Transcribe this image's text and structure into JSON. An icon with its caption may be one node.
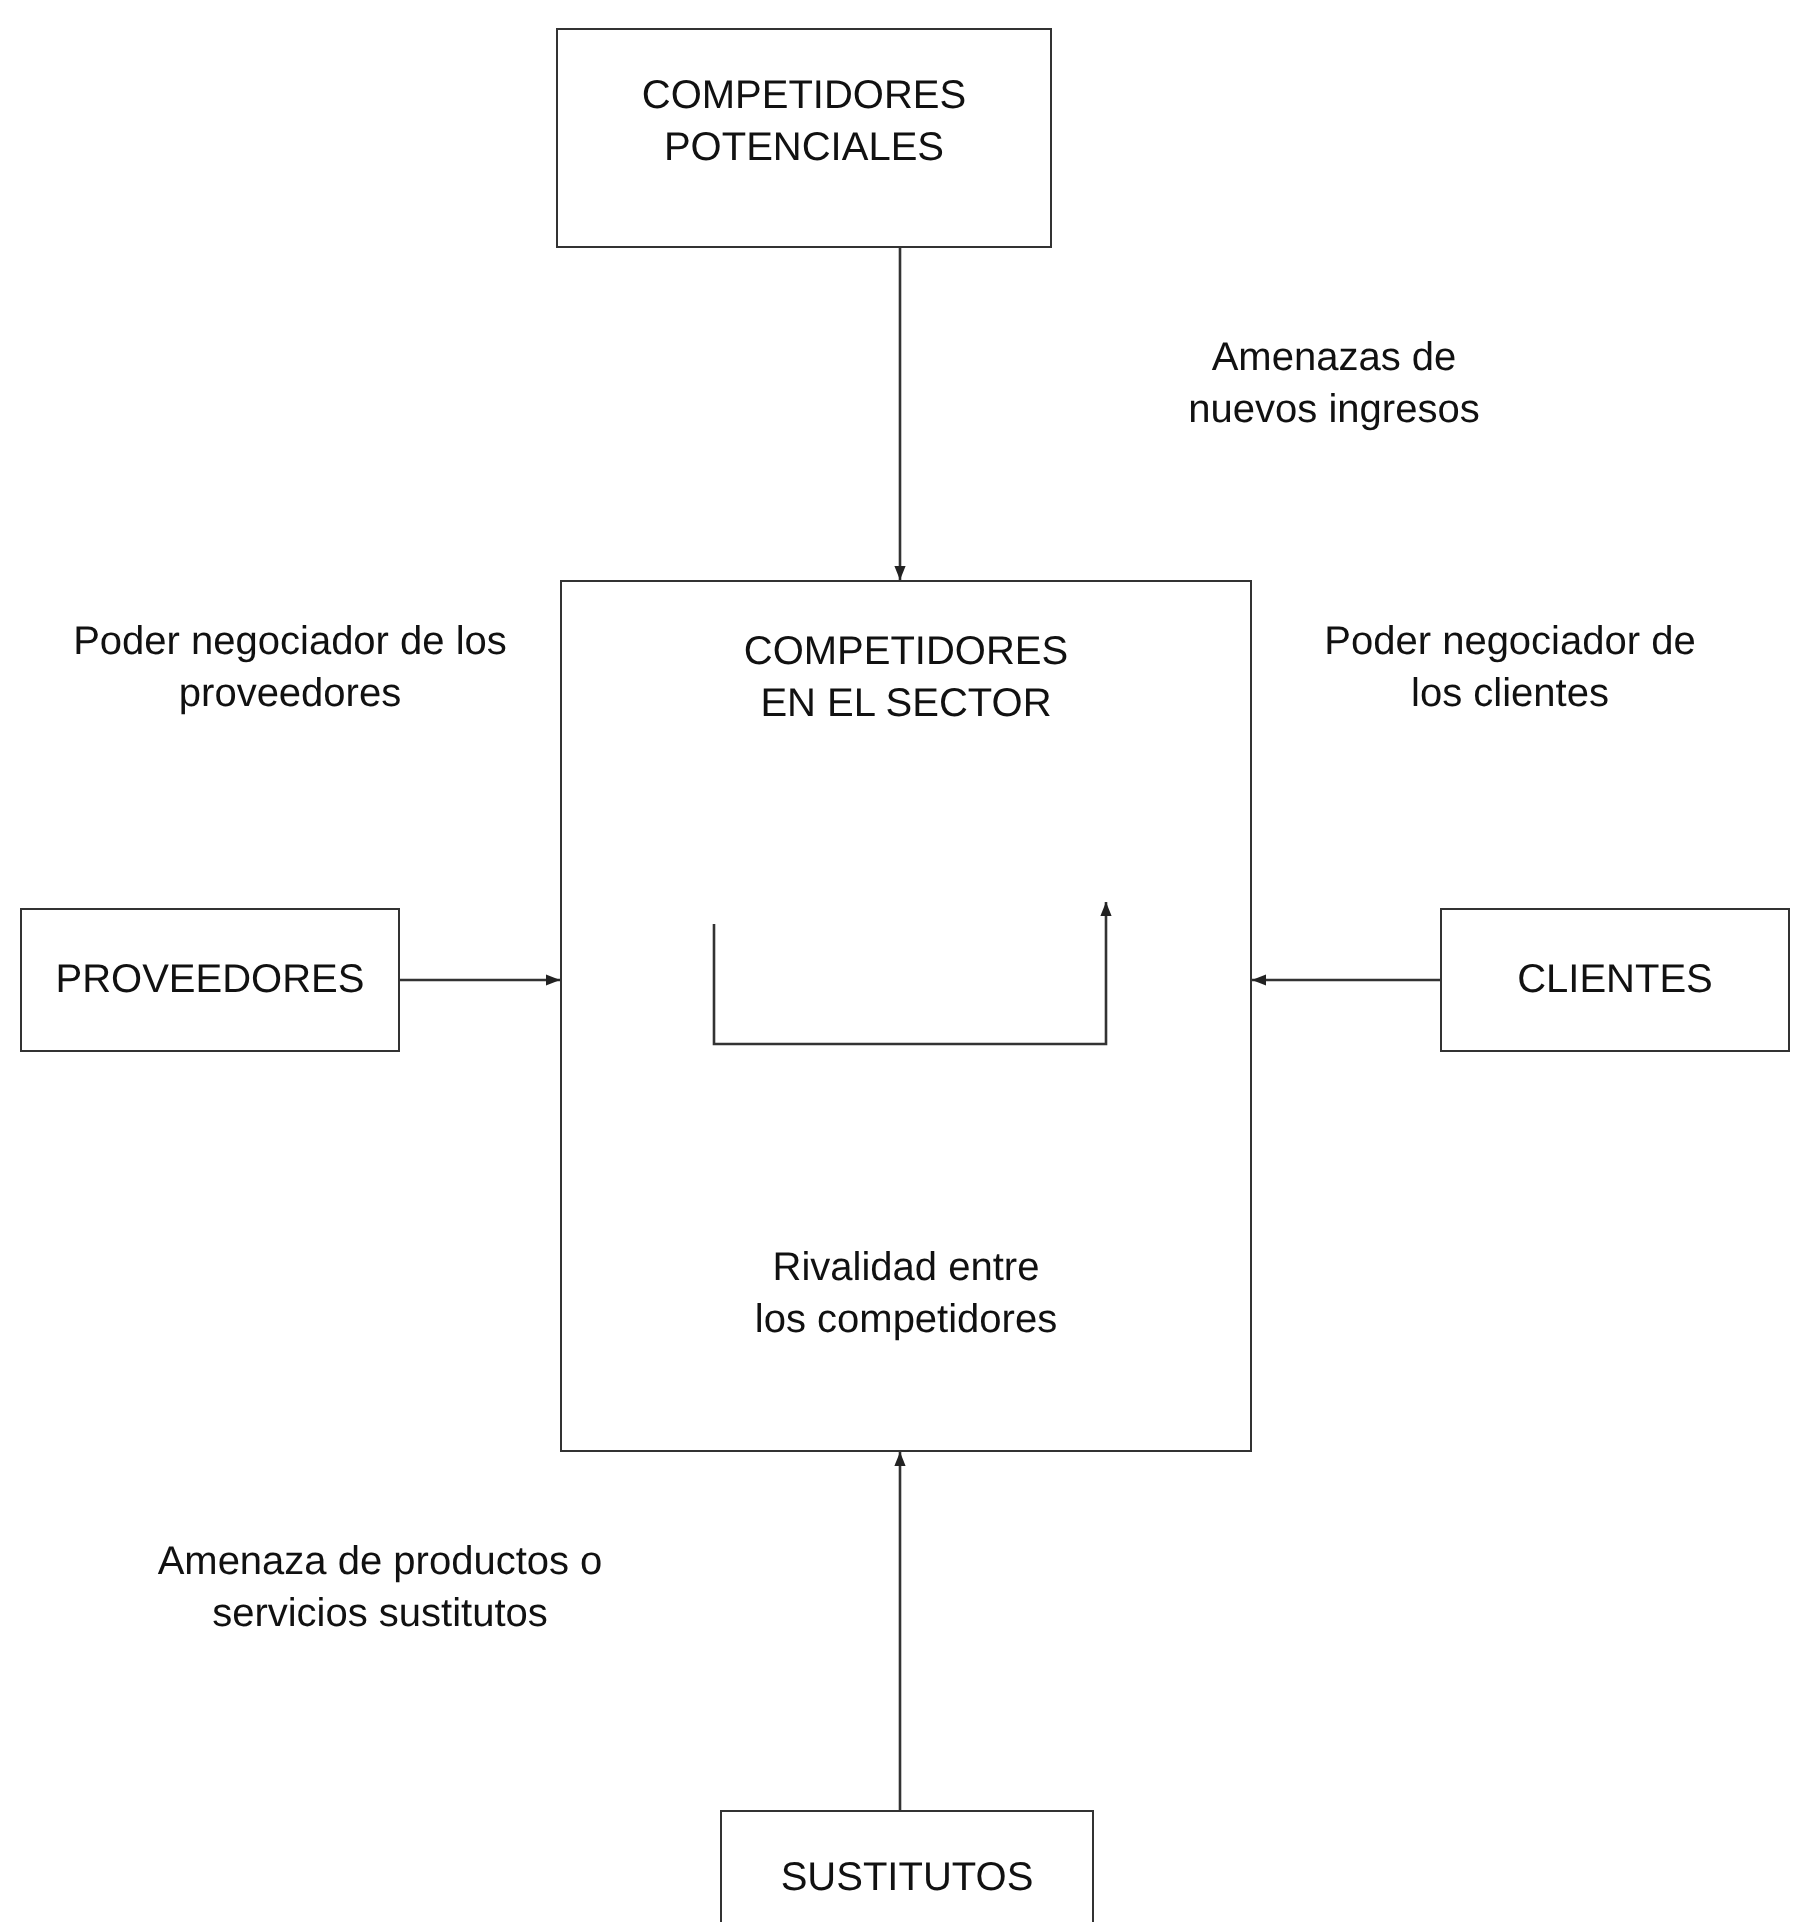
{
  "diagram": {
    "nodes": [
      {
        "text": [
          "COMPETIDORES POTENCIALES"
        ]
      },
      {
        "text": [
          "COMPETIDORES EN EL SECTOR",
          "Rivalidad entre los competidores"
        ]
      },
      {
        "text": [
          "PROVEEDORES"
        ]
      },
      {
        "text": [
          "CLIENTES"
        ]
      },
      {
        "text": [
          "SUSTITUTOS"
        ]
      }
    ],
    "edges": [
      {
        "from": 0,
        "to": 1,
        "arrow": "to"
      },
      {
        "from": 2,
        "to": 1,
        "arrow": "to"
      },
      {
        "from": 3,
        "to": 1,
        "arrow": "to"
      },
      {
        "from": 4,
        "to": 1,
        "arrow": "to"
      }
    ],
    "labels": [
      "Amenazas de nuevos ingresos",
      "Poder negociador de los proveedores",
      "Poder negociador de los clientes",
      "Amenaza de productos o servicios sustitutos"
    ]
  }
}
